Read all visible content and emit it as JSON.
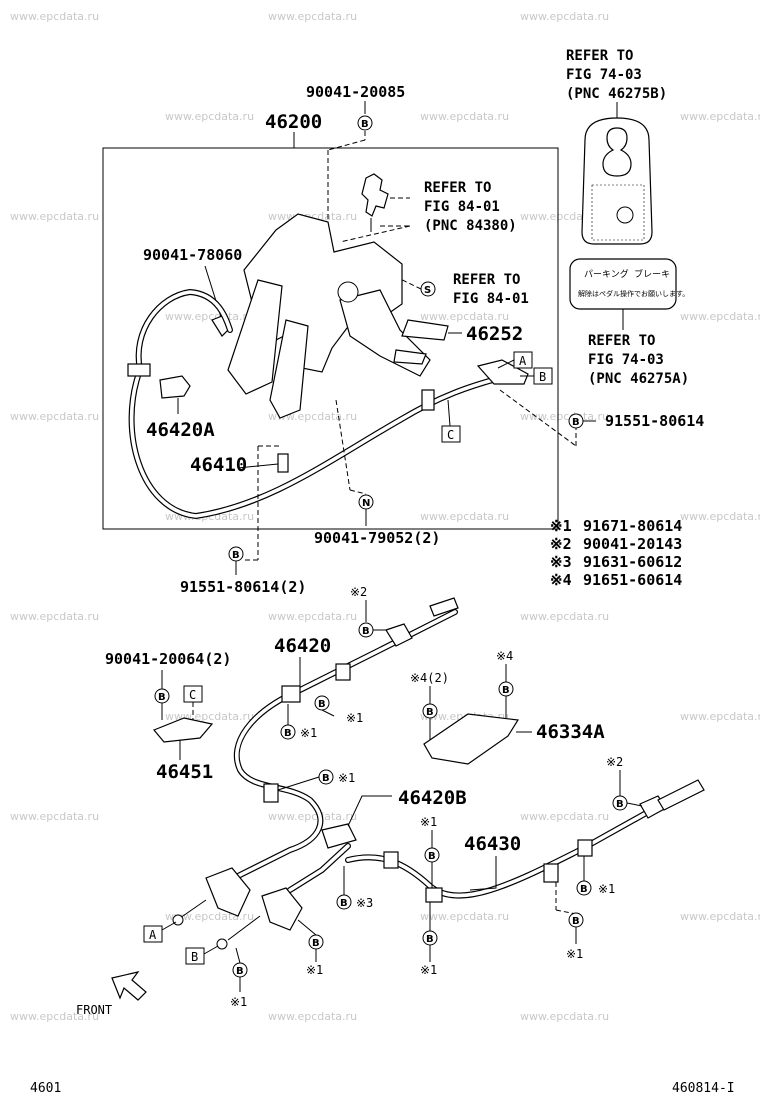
{
  "watermark": "www.epcdata.ru",
  "top_refs": {
    "ref_74_03_b": [
      "REFER TO",
      "FIG 74-03",
      "(PNC 46275B)"
    ],
    "ref_84_01_a": [
      "REFER TO",
      "FIG 84-01",
      "(PNC 84380)"
    ],
    "ref_84_01_b": [
      "REFER TO",
      "FIG 84-01"
    ],
    "ref_74_03_a": [
      "REFER TO",
      "FIG 74-03",
      "(PNC 46275A)"
    ]
  },
  "label_jp": {
    "line1": "パーキング ブレーキ",
    "line2": "解除はペダル操作でお願いします。"
  },
  "parts": {
    "p46200": "46200",
    "p90041_20085": "90041-20085",
    "p90041_78060": "90041-78060",
    "p46252": "46252",
    "p46420A": "46420A",
    "p46410": "46410",
    "p91551_80614": "91551-80614",
    "p90041_79052": "90041-79052(2)",
    "p91551_80614_2": "91551-80614(2)",
    "p46420": "46420",
    "p90041_20064": "90041-20064(2)",
    "p46451": "46451",
    "p46334A": "46334A",
    "p46420B": "46420B",
    "p46430": "46430"
  },
  "notes": [
    {
      "mark": "※1",
      "part": "91671-80614"
    },
    {
      "mark": "※2",
      "part": "90041-20143"
    },
    {
      "mark": "※3",
      "part": "91631-60612"
    },
    {
      "mark": "※4",
      "part": "91651-60614"
    }
  ],
  "marks": {
    "m1": "※1",
    "m2": "※2",
    "m3": "※3",
    "m4": "※4",
    "m4x2": "※4(2)"
  },
  "circle_codes": {
    "B": "B",
    "S": "S",
    "N": "N"
  },
  "box_codes": {
    "A": "A",
    "B": "B",
    "C": "C"
  },
  "front_label": "FRONT",
  "footer": {
    "left": "4601",
    "right": "460814-I"
  }
}
